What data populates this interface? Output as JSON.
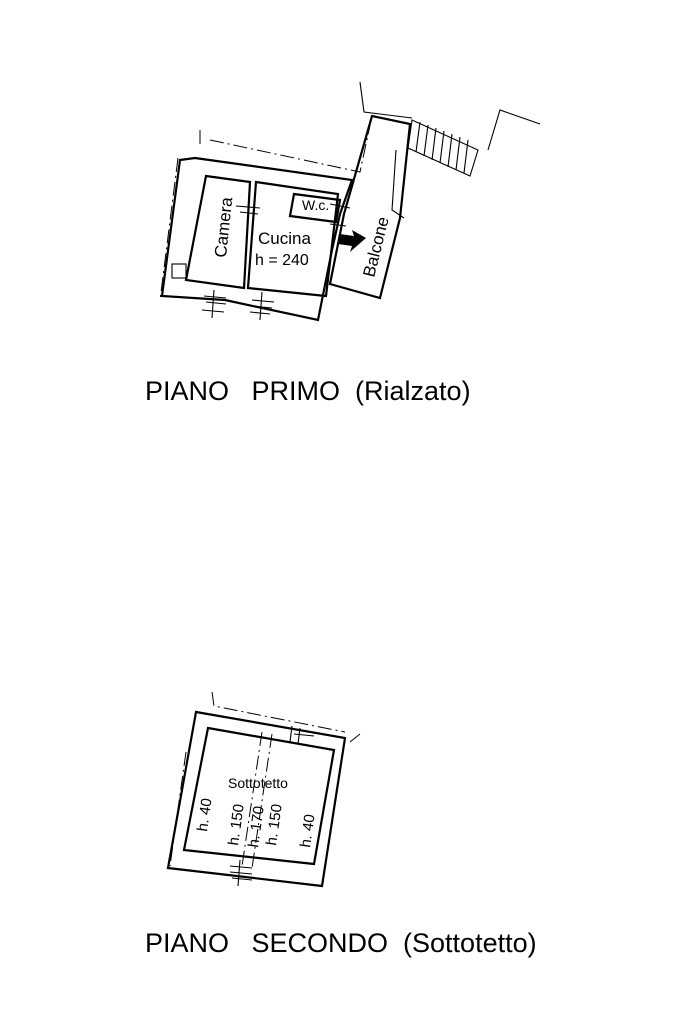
{
  "plan_primo": {
    "rooms": {
      "camera": "Camera",
      "cucina": "Cucina",
      "cucina_height": "h = 240",
      "wc": "W.c.",
      "balcone": "Balcone"
    },
    "caption": "PIANO   PRIMO  (Rialzato)"
  },
  "plan_secondo": {
    "room": "Sottotetto",
    "heights": [
      "h. 40",
      "h. 150",
      "h. 170",
      "h. 150",
      "h. 40"
    ],
    "caption": "PIANO   SECONDO  (Sottotetto)"
  }
}
